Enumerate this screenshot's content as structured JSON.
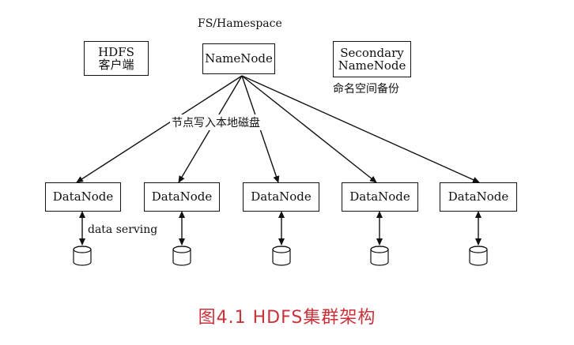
{
  "fs_label": "FS/Hamespace",
  "client": {
    "line1": "HDFS",
    "line2": "客户端"
  },
  "namenode": "NameNode",
  "secondary": {
    "line1": "Secondary",
    "line2": "NameNode",
    "note": "命名空间备份"
  },
  "write_label": "节点写入本地磁盘",
  "datanodes": [
    "DataNode",
    "DataNode",
    "DataNode",
    "DataNode",
    "DataNode"
  ],
  "serving_label": "data serving",
  "caption": "图4.1    HDFS集群架构"
}
